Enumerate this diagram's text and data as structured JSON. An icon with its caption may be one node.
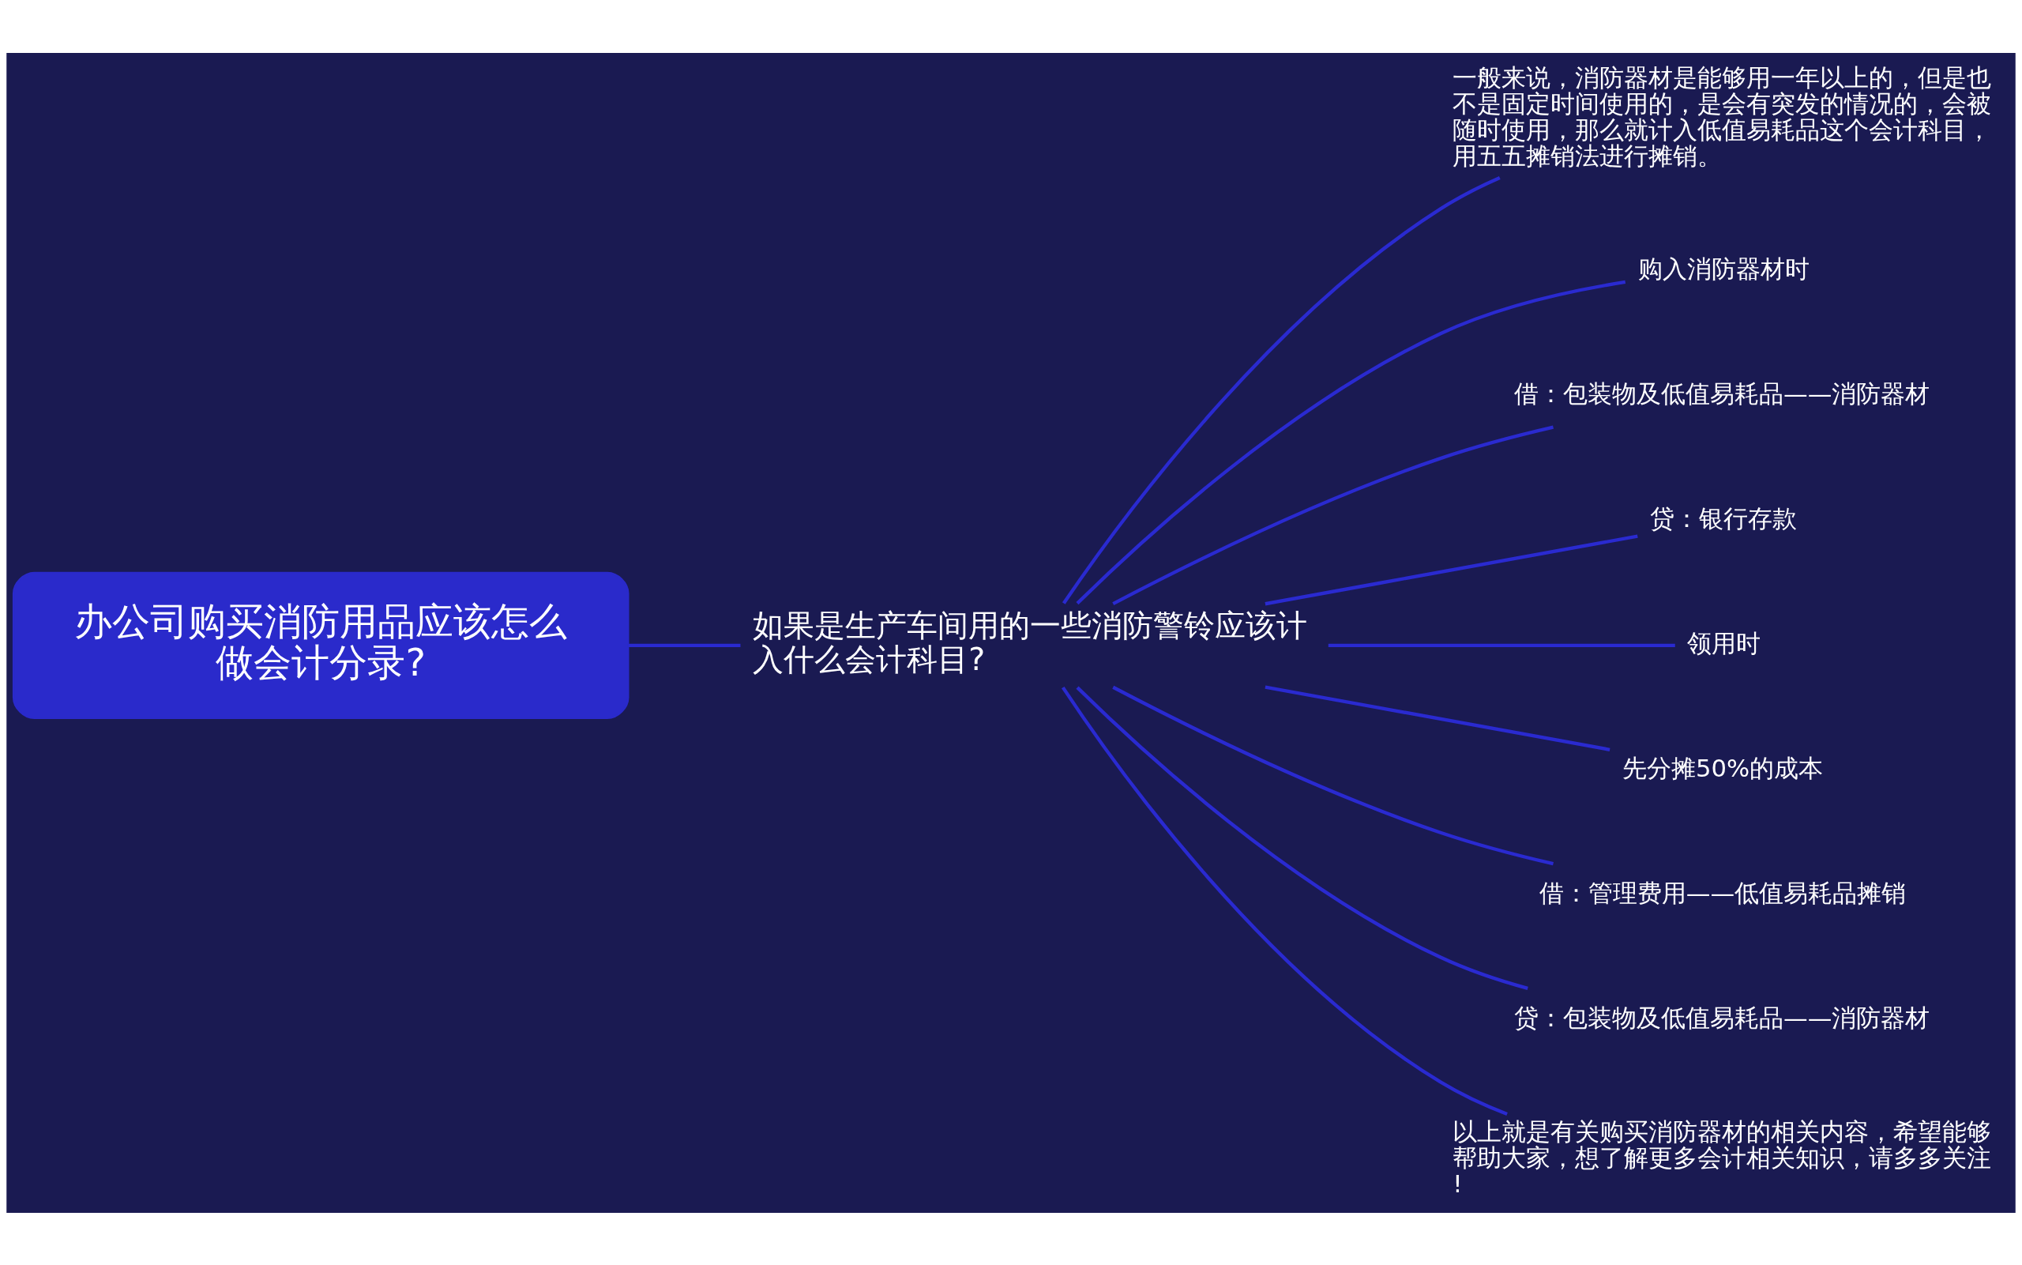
{
  "diagram": {
    "nodes": [
      {
        "text": [
          "办公司购买消防用品应该怎么做会计分录?"
        ]
      },
      {
        "text": [
          "如果是生产车间用的一些消防警铃应该计入什么会计科目?"
        ]
      },
      {
        "text": [
          "一般来说，消防器材是能够用一年以上的，但是也不是固定时间使用的，是会有突发的情况的，会被随时使用，那么就计入低值易耗品这个会计科目，用五五摊销法进行摊销。"
        ]
      },
      {
        "text": [
          "购入消防器材时"
        ]
      },
      {
        "text": [
          "借：包装物及低值易耗品——消防器材"
        ]
      },
      {
        "text": [
          "贷：银行存款"
        ]
      },
      {
        "text": [
          "领用时"
        ]
      },
      {
        "text": [
          "先分摊50%的成本"
        ]
      },
      {
        "text": [
          "借：管理费用——低值易耗品摊销"
        ]
      },
      {
        "text": [
          "贷：包装物及低值易耗品——消防器材"
        ]
      },
      {
        "text": [
          "以上就是有关购买消防器材的相关内容，希望能够帮助大家，想了解更多会计相关知识，请多多关注!"
        ]
      }
    ],
    "edges": [
      {
        "from": 0,
        "to": 1,
        "arrow": "none"
      },
      {
        "from": 1,
        "to": 2,
        "arrow": "none"
      },
      {
        "from": 1,
        "to": 3,
        "arrow": "none"
      },
      {
        "from": 1,
        "to": 4,
        "arrow": "none"
      },
      {
        "from": 1,
        "to": 5,
        "arrow": "none"
      },
      {
        "from": 1,
        "to": 6,
        "arrow": "none"
      },
      {
        "from": 1,
        "to": 7,
        "arrow": "none"
      },
      {
        "from": 1,
        "to": 8,
        "arrow": "none"
      },
      {
        "from": 1,
        "to": 9,
        "arrow": "none"
      },
      {
        "from": 1,
        "to": 10,
        "arrow": "none"
      }
    ]
  }
}
